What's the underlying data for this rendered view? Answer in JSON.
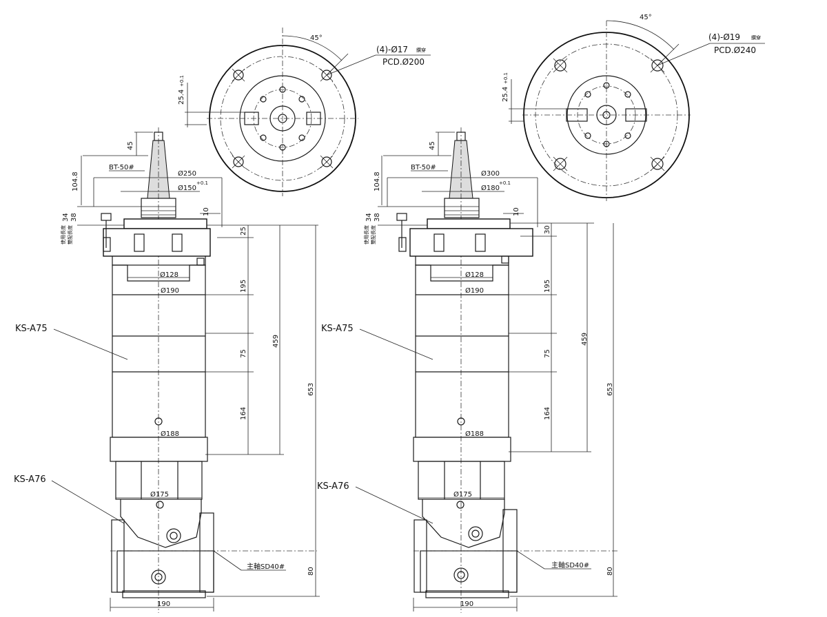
{
  "drawings": [
    {
      "flange": {
        "angle": "45°",
        "holes": "(4)-Ø17",
        "hole_note": "鑽穿",
        "pcd": "PCD.Ø200",
        "offset": "25.4",
        "offset_tol": "+0.1"
      },
      "spindle": {
        "tool": "BT-50#",
        "d_outer": "Ø250",
        "d_inner": "Ø150",
        "tol": "+0.1",
        "d_neck": "Ø128",
        "d_body": "Ø190",
        "d_lower": "Ø188",
        "d_base": "Ø175",
        "base_width": "190"
      },
      "heights": {
        "top": "45",
        "h1": "104.8",
        "h2": "34",
        "h3": "38",
        "h_small": "10",
        "h4": "25",
        "h5": "195",
        "h6": "75",
        "h7": "164",
        "total_body": "459",
        "total": "653",
        "base_h": "80"
      },
      "labels": {
        "a75": "KS-A75",
        "a76": "KS-A76",
        "note_use": "使用長度",
        "note_fix": "雙配長度",
        "base_note": "主軸SD40#"
      }
    },
    {
      "flange": {
        "angle": "45°",
        "holes": "(4)-Ø19",
        "hole_note": "鑽穿",
        "pcd": "PCD.Ø240",
        "offset": "25.4",
        "offset_tol": "+0.1"
      },
      "spindle": {
        "tool": "BT-50#",
        "d_outer": "Ø300",
        "d_inner": "Ø180",
        "tol": "+0.1",
        "d_neck": "Ø128",
        "d_body": "Ø190",
        "d_lower": "Ø188",
        "d_base": "Ø175",
        "base_width": "190"
      },
      "heights": {
        "top": "45",
        "h1": "104.8",
        "h2": "34",
        "h3": "38",
        "h_small": "10",
        "h4": "30",
        "h5": "195",
        "h6": "75",
        "h7": "164",
        "total_body": "459",
        "total": "653",
        "base_h": "80"
      },
      "labels": {
        "a75": "KS-A75",
        "a76": "KS-A76",
        "note_use": "使用長度",
        "note_fix": "雙配長度",
        "base_note": "主軸SD40#"
      }
    }
  ]
}
